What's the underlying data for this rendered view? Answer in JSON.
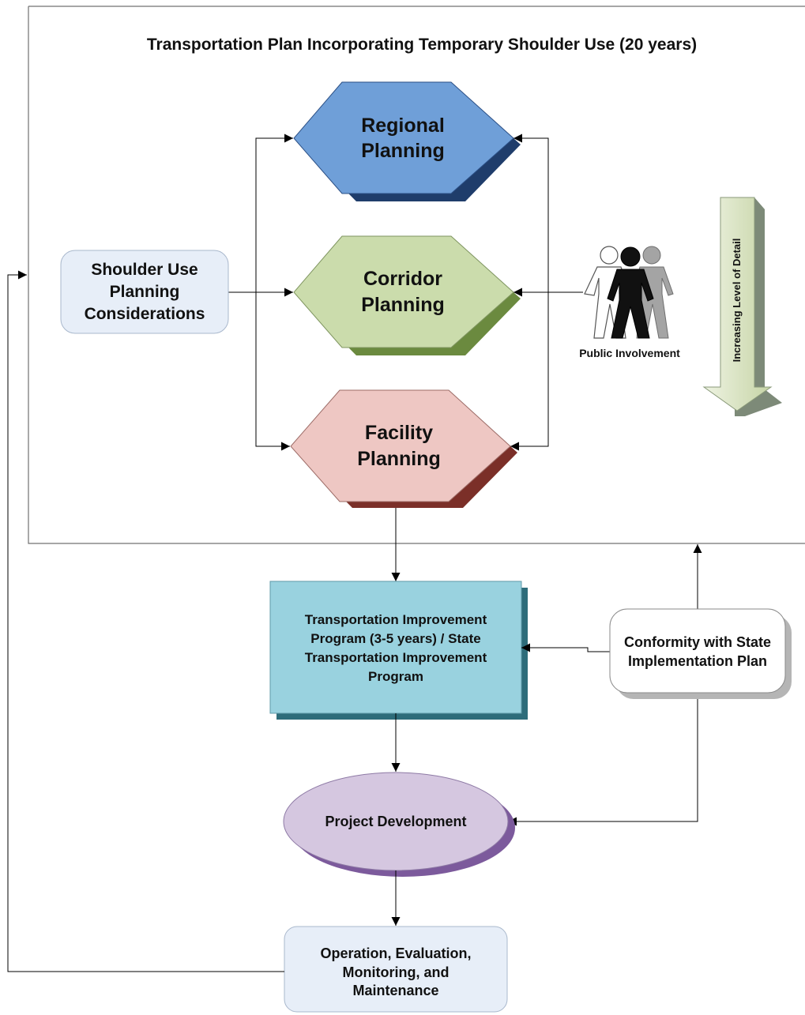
{
  "title": "Transportation Plan Incorporating Temporary Shoulder Use (20 years)",
  "nodes": {
    "regional": {
      "line1": "Regional",
      "line2": "Planning"
    },
    "corridor": {
      "line1": "Corridor",
      "line2": "Planning"
    },
    "facility": {
      "line1": "Facility",
      "line2": "Planning"
    },
    "shoulder": {
      "line1": "Shoulder Use",
      "line2": "Planning",
      "line3": "Considerations"
    },
    "public": {
      "label": "Public Involvement"
    },
    "detail": {
      "label": "Increasing Level of Detail"
    },
    "tip": {
      "line1": "Transportation Improvement",
      "line2": "Program (3-5 years) / State",
      "line3": "Transportation Improvement",
      "line4": "Program"
    },
    "conformity": {
      "line1": "Conformity with State",
      "line2": "Implementation Plan"
    },
    "project": {
      "label": "Project Development"
    },
    "operation": {
      "line1": "Operation, Evaluation,",
      "line2": "Monitoring, and",
      "line3": "Maintenance"
    }
  },
  "colors": {
    "regional": "#6f9fd8",
    "regional_shadow": "#1f3d6b",
    "corridor": "#cbdcac",
    "corridor_shadow": "#6b8a3f",
    "facility": "#eec7c3",
    "facility_shadow": "#7b2f28",
    "tip": "#99d2df",
    "tip_shadow": "#2d6c7a",
    "project": "#d5c7e0",
    "project_shadow": "#7c5a9c",
    "shoulder": "#e7eef8",
    "operation": "#e7eef8",
    "arrow_green": "#d3dfb8"
  }
}
